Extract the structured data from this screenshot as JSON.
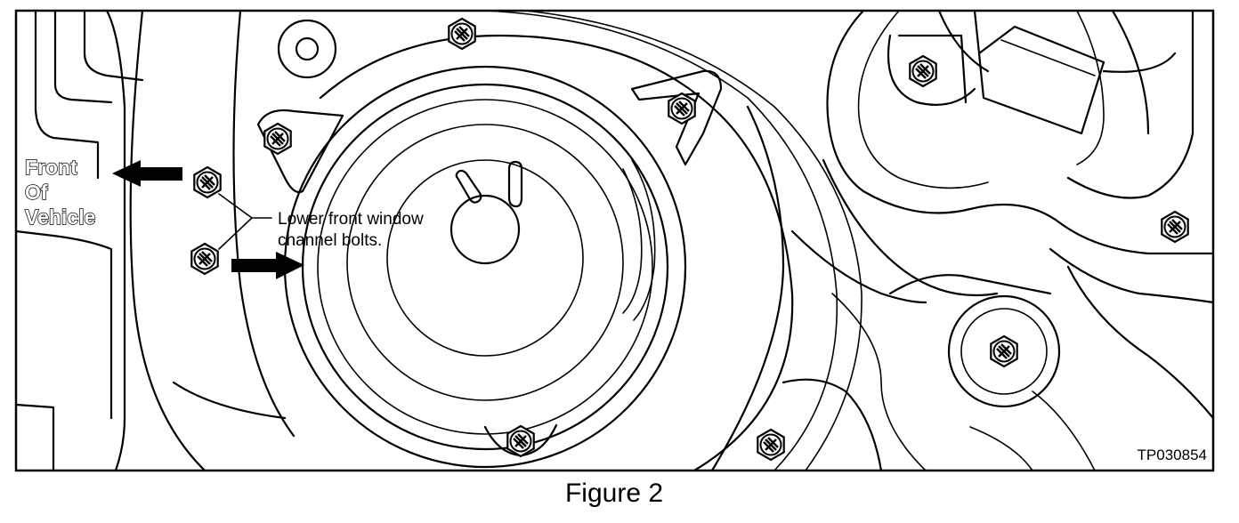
{
  "labels": {
    "front_line1": "Front",
    "front_line2": "Of",
    "front_line3": "Vehicle",
    "callout_line1": "Lower front window",
    "callout_line2": "channel bolts.",
    "image_id": "TP030854"
  },
  "caption": "Figure 2"
}
